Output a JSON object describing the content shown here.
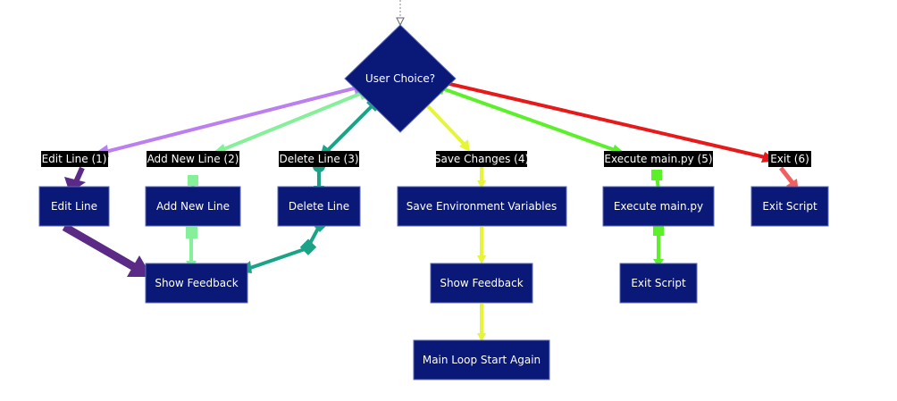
{
  "diagram": {
    "colors": {
      "node_fill": "#0a1878",
      "purple": "#bb7ff0",
      "dark_purple": "#5b2a86",
      "light_green": "#86ef9a",
      "teal": "#1aa387",
      "yellow": "#e6f53a",
      "bright_green": "#5cf02a",
      "red": "#e61a1a",
      "salmon": "#f06060"
    },
    "nodes": {
      "user_choice": "User Choice?",
      "edit_line": "Edit Line",
      "add_new_line": "Add New Line",
      "delete_line": "Delete Line",
      "save_env_vars": "Save Environment Variables",
      "execute_main": "Execute main.py",
      "exit_script_1": "Exit Script",
      "show_feedback_1": "Show Feedback",
      "show_feedback_2": "Show Feedback",
      "exit_script_2": "Exit Script",
      "main_loop": "Main Loop Start Again"
    },
    "edge_labels": {
      "edit_line": "Edit Line (1)",
      "add_new_line": "Add New Line (2)",
      "delete_line": "Delete Line (3)",
      "save_changes": "Save Changes (4)",
      "execute_main": "Execute main.py (5)",
      "exit": "Exit (6)"
    }
  }
}
